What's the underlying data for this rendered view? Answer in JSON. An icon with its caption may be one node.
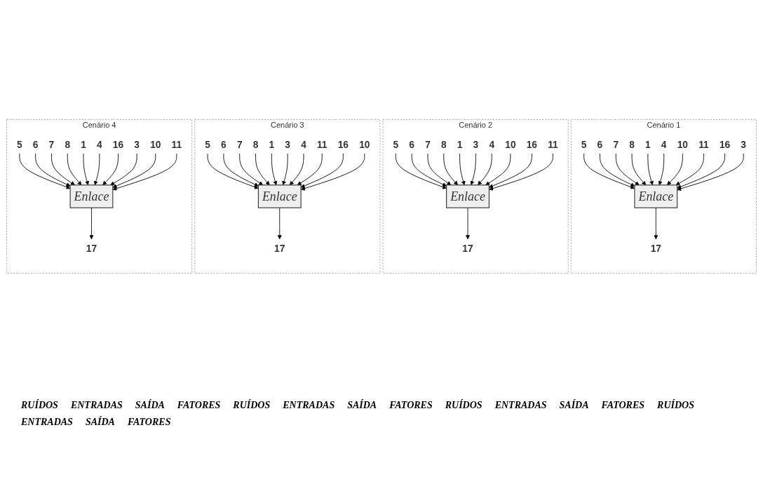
{
  "diagram": {
    "nodes": [
      {
        "text": [
          "Cenário 1"
        ]
      },
      {
        "text": [
          "Enlace"
        ],
        "in": 0
      },
      {
        "text": [
          "5"
        ],
        "in": 0
      },
      {
        "text": [
          "6"
        ],
        "in": 0
      },
      {
        "text": [
          "7"
        ],
        "in": 0
      },
      {
        "text": [
          "8"
        ],
        "in": 0
      },
      {
        "text": [
          "1"
        ],
        "in": 0
      },
      {
        "text": [
          "4"
        ],
        "in": 0
      },
      {
        "text": [
          "10"
        ],
        "in": 0
      },
      {
        "text": [
          "11"
        ],
        "in": 0
      },
      {
        "text": [
          "16"
        ],
        "in": 0
      },
      {
        "text": [
          "17"
        ],
        "in": 0
      },
      {
        "text": [
          "3"
        ],
        "in": 0
      },
      {
        "text": [
          "Cenário 2"
        ]
      },
      {
        "text": [
          "Enlace"
        ],
        "in": 13
      },
      {
        "text": [
          "5"
        ],
        "in": 13
      },
      {
        "text": [
          "6"
        ],
        "in": 13
      },
      {
        "text": [
          "7"
        ],
        "in": 13
      },
      {
        "text": [
          "8"
        ],
        "in": 13
      },
      {
        "text": [
          "1"
        ],
        "in": 13
      },
      {
        "text": [
          "3"
        ],
        "in": 13
      },
      {
        "text": [
          "4"
        ],
        "in": 13
      },
      {
        "text": [
          "10"
        ],
        "in": 13
      },
      {
        "text": [
          "16"
        ],
        "in": 13
      },
      {
        "text": [
          "17"
        ],
        "in": 13
      },
      {
        "text": [
          "11"
        ],
        "in": 13
      },
      {
        "text": [
          "Cenário 3"
        ]
      },
      {
        "text": [
          "Enlace"
        ],
        "in": 26
      },
      {
        "text": [
          "5"
        ],
        "in": 26
      },
      {
        "text": [
          "6"
        ],
        "in": 26
      },
      {
        "text": [
          "7"
        ],
        "in": 26
      },
      {
        "text": [
          "8"
        ],
        "in": 26
      },
      {
        "text": [
          "1"
        ],
        "in": 26
      },
      {
        "text": [
          "3"
        ],
        "in": 26
      },
      {
        "text": [
          "4"
        ],
        "in": 26
      },
      {
        "text": [
          "11"
        ],
        "in": 26
      },
      {
        "text": [
          "16"
        ],
        "in": 26
      },
      {
        "text": [
          "17"
        ],
        "in": 26
      },
      {
        "text": [
          "10"
        ],
        "in": 26
      },
      {
        "text": [
          "Cenário 4"
        ]
      },
      {
        "text": [
          "Enlace"
        ],
        "in": 39
      },
      {
        "text": [
          "5"
        ],
        "in": 39
      },
      {
        "text": [
          "6"
        ],
        "in": 39
      },
      {
        "text": [
          "7"
        ],
        "in": 39
      },
      {
        "text": [
          "8"
        ],
        "in": 39
      },
      {
        "text": [
          "1"
        ],
        "in": 39
      },
      {
        "text": [
          "4"
        ],
        "in": 39
      },
      {
        "text": [
          "16"
        ],
        "in": 39
      },
      {
        "text": [
          "17"
        ],
        "in": 39
      },
      {
        "text": [
          "3"
        ],
        "in": 39
      },
      {
        "text": [
          "10"
        ],
        "in": 39
      },
      {
        "text": [
          "11"
        ],
        "in": 39
      }
    ],
    "edges": [
      {
        "from": 2,
        "to": 1,
        "arrow": "to"
      },
      {
        "from": 3,
        "to": 1,
        "arrow": "to"
      },
      {
        "from": 4,
        "to": 1,
        "arrow": "to"
      },
      {
        "from": 5,
        "to": 1,
        "arrow": "to"
      },
      {
        "from": 6,
        "to": 1,
        "arrow": "to"
      },
      {
        "from": 7,
        "to": 1,
        "arrow": "to"
      },
      {
        "from": 8,
        "to": 1,
        "arrow": "to"
      },
      {
        "from": 9,
        "to": 1,
        "arrow": "to"
      },
      {
        "from": 10,
        "to": 1,
        "arrow": "to"
      },
      {
        "from": 1,
        "to": 11,
        "arrow": "to"
      },
      {
        "from": 12,
        "to": 1,
        "arrow": "to"
      },
      {
        "from": 15,
        "to": 14,
        "arrow": "to"
      },
      {
        "from": 16,
        "to": 14,
        "arrow": "to"
      },
      {
        "from": 17,
        "to": 14,
        "arrow": "to"
      },
      {
        "from": 18,
        "to": 14,
        "arrow": "to"
      },
      {
        "from": 19,
        "to": 14,
        "arrow": "to"
      },
      {
        "from": 20,
        "to": 14,
        "arrow": "to"
      },
      {
        "from": 21,
        "to": 14,
        "arrow": "to"
      },
      {
        "from": 22,
        "to": 14,
        "arrow": "to"
      },
      {
        "from": 23,
        "to": 14,
        "arrow": "to"
      },
      {
        "from": 14,
        "to": 24,
        "arrow": "to"
      },
      {
        "from": 25,
        "to": 14,
        "arrow": "to"
      },
      {
        "from": 28,
        "to": 27,
        "arrow": "to"
      },
      {
        "from": 29,
        "to": 27,
        "arrow": "to"
      },
      {
        "from": 30,
        "to": 27,
        "arrow": "to"
      },
      {
        "from": 31,
        "to": 27,
        "arrow": "to"
      },
      {
        "from": 32,
        "to": 27,
        "arrow": "to"
      },
      {
        "from": 33,
        "to": 27,
        "arrow": "to"
      },
      {
        "from": 34,
        "to": 27,
        "arrow": "to"
      },
      {
        "from": 35,
        "to": 27,
        "arrow": "to"
      },
      {
        "from": 36,
        "to": 27,
        "arrow": "to"
      },
      {
        "from": 27,
        "to": 37,
        "arrow": "to"
      },
      {
        "from": 38,
        "to": 27,
        "arrow": "to"
      },
      {
        "from": 41,
        "to": 40,
        "arrow": "to"
      },
      {
        "from": 42,
        "to": 40,
        "arrow": "to"
      },
      {
        "from": 43,
        "to": 40,
        "arrow": "to"
      },
      {
        "from": 44,
        "to": 40,
        "arrow": "to"
      },
      {
        "from": 45,
        "to": 40,
        "arrow": "to"
      },
      {
        "from": 46,
        "to": 40,
        "arrow": "to"
      },
      {
        "from": 47,
        "to": 40,
        "arrow": "to"
      },
      {
        "from": 40,
        "to": 48,
        "arrow": "to"
      },
      {
        "from": 49,
        "to": 40,
        "arrow": "to"
      },
      {
        "from": 50,
        "to": 40,
        "arrow": "to"
      },
      {
        "from": 51,
        "to": 40,
        "arrow": "to"
      }
    ],
    "labels": [
      "RUÍDOS",
      "ENTRADAS",
      "SAÍDA",
      "FATORES",
      "RUÍDOS",
      "ENTRADAS",
      "SAÍDA",
      "FATORES",
      "RUÍDOS",
      "ENTRADAS",
      "SAÍDA",
      "FATORES",
      "RUÍDOS",
      "ENTRADAS",
      "SAÍDA",
      "FATORES"
    ]
  }
}
